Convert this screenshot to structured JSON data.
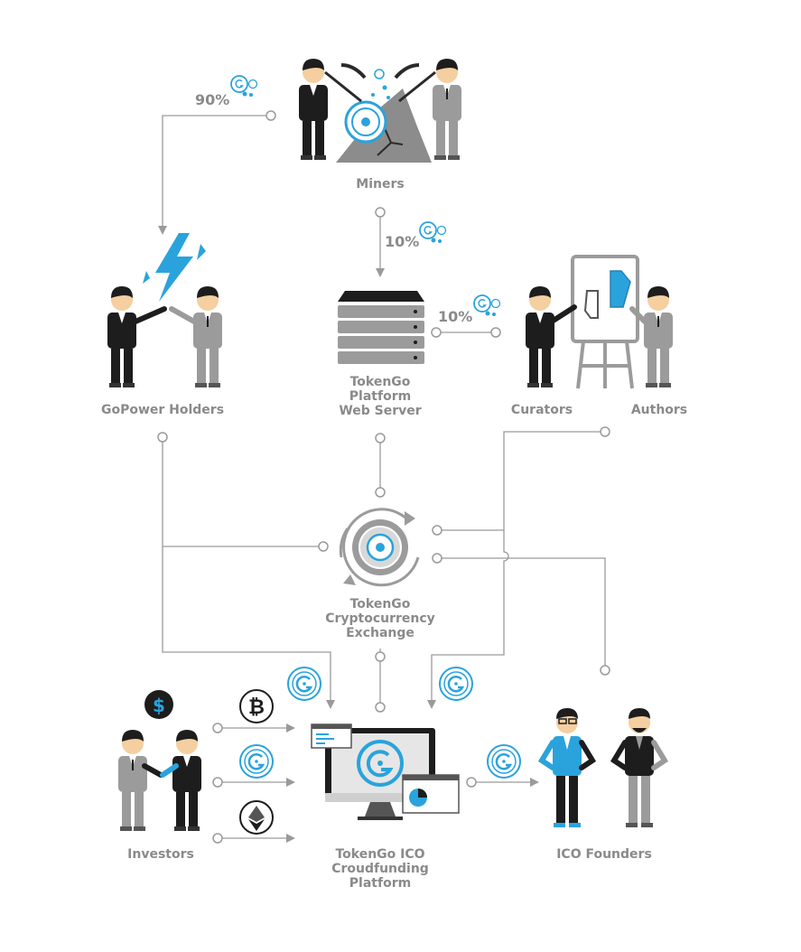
{
  "nodes": {
    "miners": "Miners",
    "gopower_holders": "GoPower Holders",
    "web_server": [
      "TokenGo",
      "Platform",
      "Web Server"
    ],
    "curators": "Curators",
    "authors": "Authors",
    "exchange": [
      "TokenGo",
      "Cryptocurrency",
      "Exchange"
    ],
    "investors": "Investors",
    "ico_platform": [
      "TokenGo ICO",
      "Croudfunding",
      "Platform"
    ],
    "ico_founders": "ICO Founders"
  },
  "shares": {
    "gopower": "90%",
    "webserver": "10%",
    "curators": "10%"
  },
  "icons": {
    "token": "tokengo-coin-icon",
    "bitcoin": "bitcoin-icon",
    "ethereum": "ethereum-icon",
    "dollar": "dollar-icon"
  },
  "colors": {
    "accent": "#2aa3dc",
    "line": "#9a9a9a",
    "label": "#8a8a8a",
    "dark": "#1d1d1d",
    "gray": "#9b9b9b"
  }
}
